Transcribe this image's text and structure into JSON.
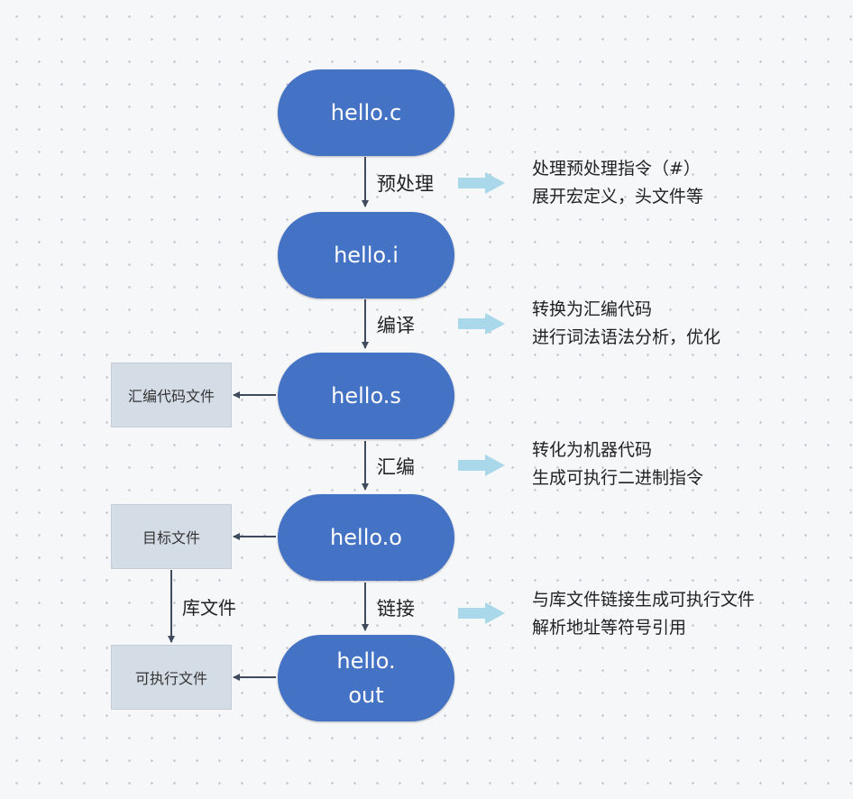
{
  "nodes": {
    "source": "hello.c",
    "preprocessed": "hello.i",
    "assembly": "hello.s",
    "object": "hello.o",
    "executable": "hello.out"
  },
  "steps": {
    "preprocess": "预处理",
    "compile": "编译",
    "assemble": "汇编",
    "link": "链接"
  },
  "files": {
    "assembly_file": "汇编代码文件",
    "object_file": "目标文件",
    "executable_file": "可执行文件",
    "library_label": "库文件"
  },
  "notes": {
    "preprocess": [
      "处理预处理指令（#）",
      "展开宏定义，头文件等"
    ],
    "compile": [
      "转换为汇编代码",
      "进行词法语法分析，优化"
    ],
    "assemble": [
      "转化为机器代码",
      "生成可执行二进制指令"
    ],
    "link": [
      "与库文件链接生成可执行文件",
      "解析地址等符号引用"
    ]
  },
  "colors": {
    "node_fill": "#4472c4",
    "file_box_fill": "#d4dde6",
    "arrow_dark": "#3f4a5c",
    "arrow_light": "#a8d8ea"
  }
}
